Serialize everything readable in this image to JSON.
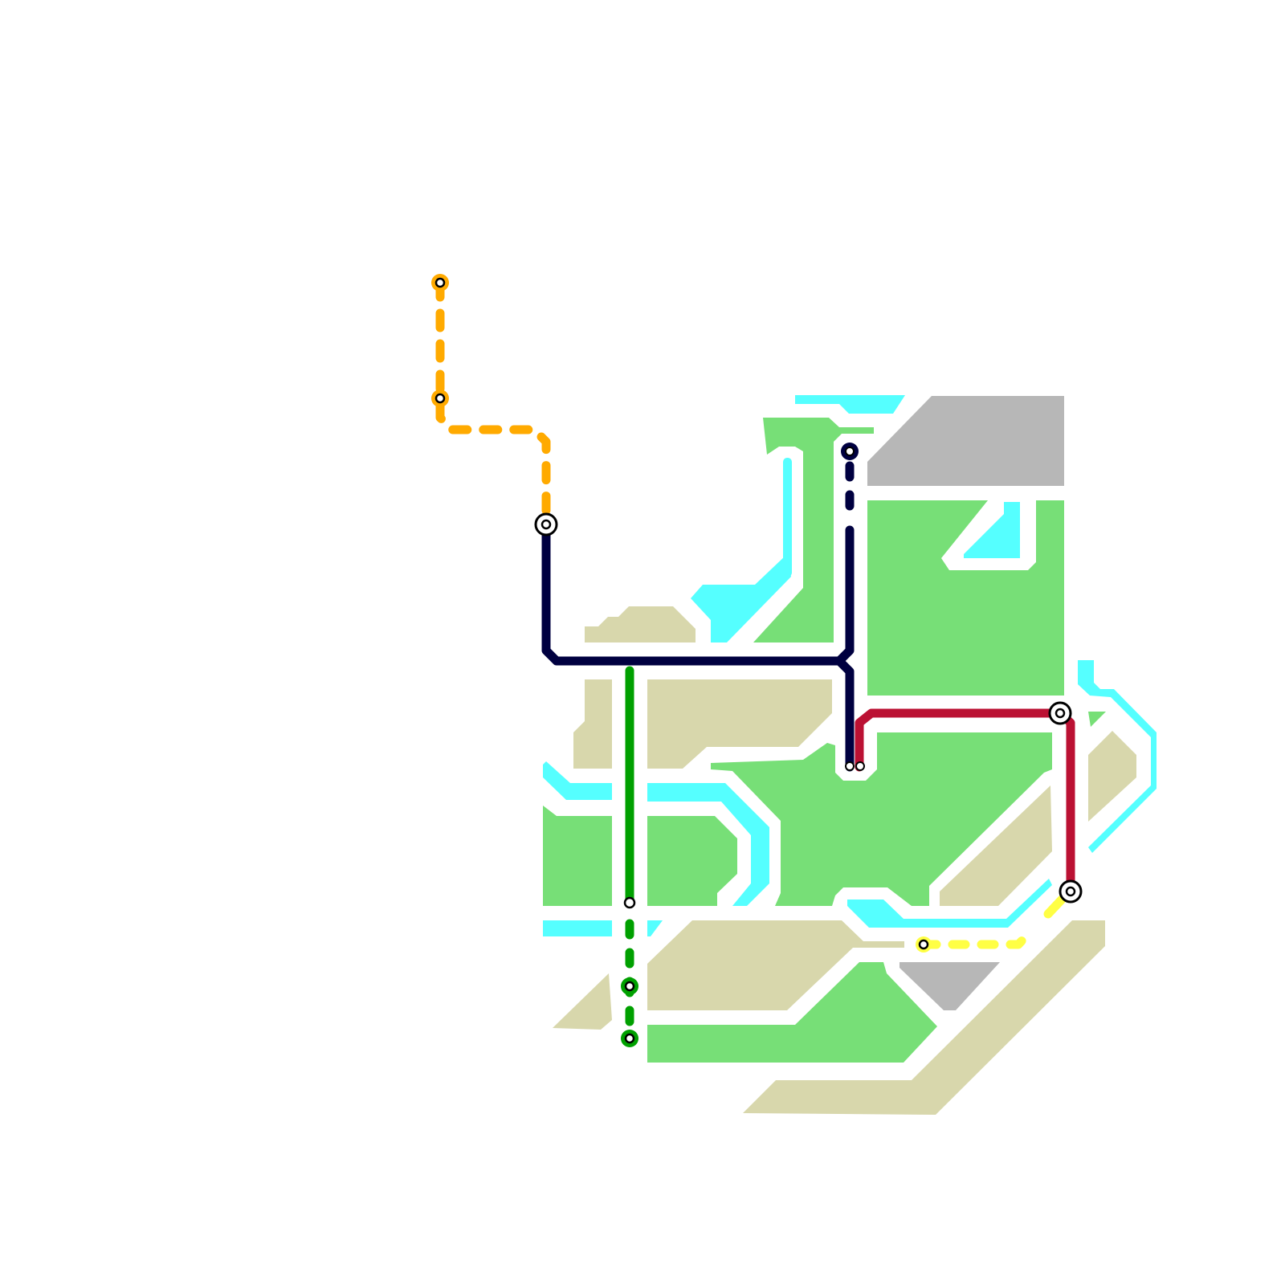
{
  "colors": {
    "park": "#77DF77",
    "water": "#55FFFF",
    "land": "#D8D7AC",
    "building": "#B7B7B7",
    "background": "#FFFFFF"
  },
  "lines": [
    {
      "id": "orange",
      "color": "#FFAA00",
      "style": "dashed"
    },
    {
      "id": "navy",
      "color": "#000040",
      "style": "solid"
    },
    {
      "id": "red",
      "color": "#BB1133",
      "style": "solid"
    },
    {
      "id": "green",
      "color": "#00A000",
      "style": "solid"
    },
    {
      "id": "yellow",
      "color": "#FFFF44",
      "style": "dashed"
    }
  ],
  "stations": [
    {
      "line": "orange",
      "type": "stop"
    },
    {
      "line": "orange",
      "type": "stop"
    },
    {
      "line": "navy",
      "type": "interchange"
    },
    {
      "line": "navy",
      "type": "stop"
    },
    {
      "line": "navy",
      "type": "terminus"
    },
    {
      "line": "red",
      "type": "terminus"
    },
    {
      "line": "red",
      "type": "interchange"
    },
    {
      "line": "red",
      "type": "interchange"
    },
    {
      "line": "green",
      "type": "stop"
    },
    {
      "line": "green",
      "type": "stop"
    },
    {
      "line": "green",
      "type": "stop"
    },
    {
      "line": "yellow",
      "type": "stop"
    }
  ]
}
